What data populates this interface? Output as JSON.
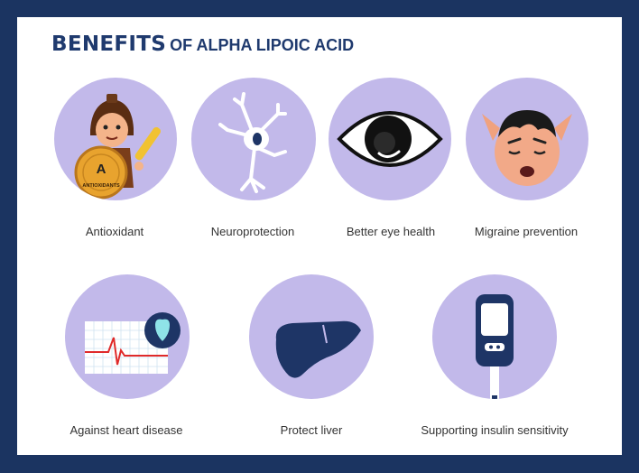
{
  "title": {
    "bold": "BENEFITS",
    "rest": "OF ALPHA LIPOIC ACID"
  },
  "benefits": [
    {
      "label": "Antioxidant",
      "icon": "warrior-shield-icon",
      "shield_text": "A",
      "shield_subtext": "ANTIOXIDANTS"
    },
    {
      "label": "Neuroprotection",
      "icon": "neuron-icon"
    },
    {
      "label": "Better eye health",
      "icon": "eye-icon"
    },
    {
      "label": "Migraine prevention",
      "icon": "headache-face-icon"
    },
    {
      "label": "Against heart disease",
      "icon": "heart-ecg-icon"
    },
    {
      "label": "Protect liver",
      "icon": "liver-icon"
    },
    {
      "label": "Supporting insulin sensitivity",
      "icon": "glucose-meter-icon"
    }
  ],
  "colors": {
    "frame": "#1b3461",
    "circle": "#c2b9ea",
    "title": "#1f3a6e",
    "label": "#333333",
    "icon_dark": "#1e3566"
  }
}
